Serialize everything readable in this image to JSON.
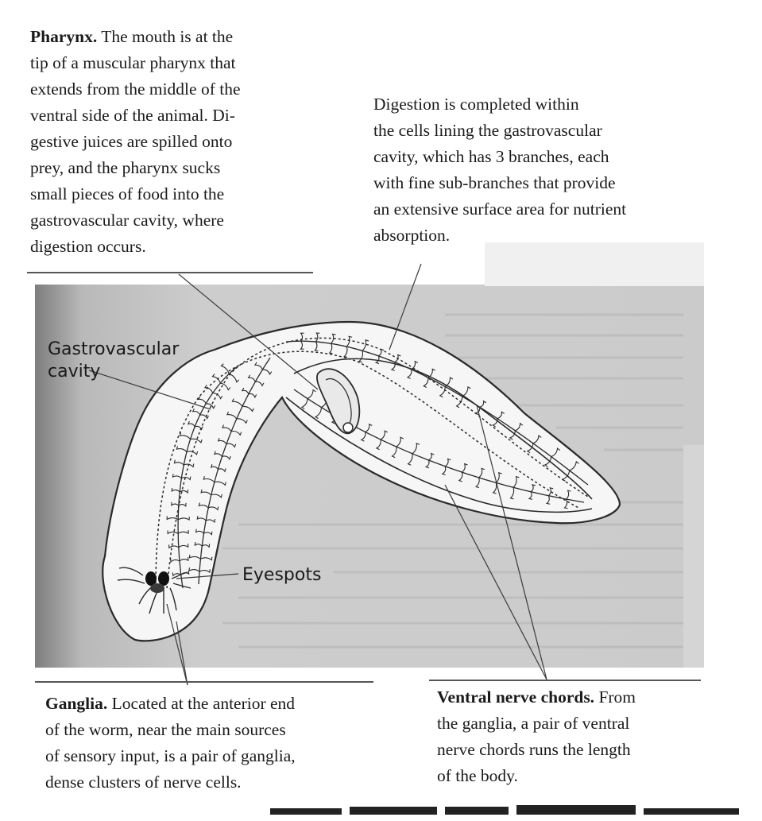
{
  "captions": {
    "pharynx": {
      "title": "Pharynx.",
      "lines": [
        " The mouth is at the",
        "tip of a muscular pharynx that",
        "extends from the middle of the",
        "ventral side of the animal. Di-",
        "gestive juices are spilled onto",
        "prey, and the pharynx sucks",
        "small pieces of food into the",
        "gastrovascular cavity, where",
        "digestion occurs."
      ]
    },
    "digestion": {
      "lines": [
        "Digestion is completed within",
        "the cells lining the gastrovascular",
        "cavity, which has 3 branches, each",
        "with fine sub-branches that provide",
        "an extensive surface area for nutrient",
        "absorption."
      ]
    },
    "ganglia": {
      "title": "Ganglia.",
      "lines": [
        " Located at the anterior end",
        "of the worm, near the main sources",
        "of sensory input, is a pair of ganglia,",
        "dense clusters of nerve cells."
      ]
    },
    "ventral": {
      "title": "Ventral nerve chords.",
      "lines": [
        " From",
        "the ganglia, a pair of ventral",
        "nerve chords runs the length",
        "of the body."
      ]
    }
  },
  "figure_labels": {
    "gastro_line1": "Gastrovascular",
    "gastro_line2": "cavity",
    "eyespots": "Eyespots"
  },
  "colors": {
    "panel": "#c9c9c9",
    "worm_fill": "#f4f4f4",
    "ink": "#2a2a2a"
  }
}
